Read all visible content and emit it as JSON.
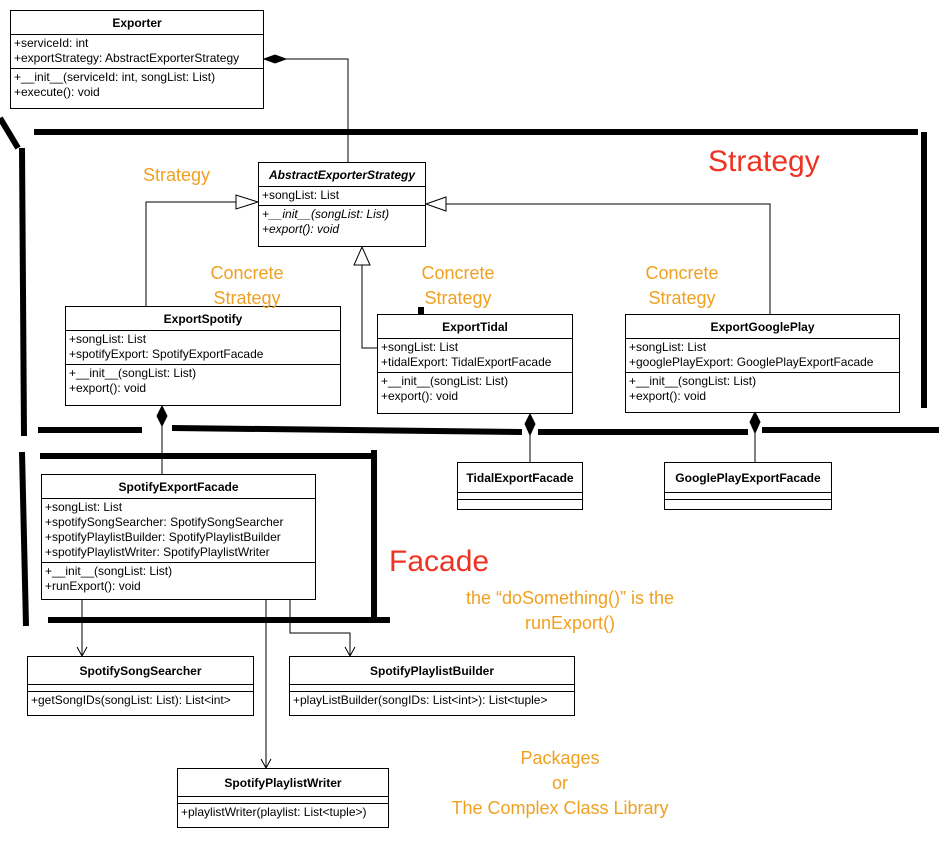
{
  "classes": {
    "exporter": {
      "name": "Exporter",
      "attributes": [
        "+serviceId: int",
        "+exportStrategy: AbstractExporterStrategy"
      ],
      "methods": [
        "+__init__(serviceId: int, songList: List)",
        "+execute(): void"
      ]
    },
    "abstract_strategy": {
      "name": "AbstractExporterStrategy",
      "attributes": [
        "+songList: List"
      ],
      "methods": [
        "+__init__(songList: List)",
        "+export(): void"
      ]
    },
    "export_spotify": {
      "name": "ExportSpotify",
      "attributes": [
        "+songList: List",
        "+spotifyExport: SpotifyExportFacade"
      ],
      "methods": [
        "+__init__(songList: List)",
        "+export(): void"
      ]
    },
    "export_tidal": {
      "name": "ExportTidal",
      "attributes": [
        "+songList: List",
        "+tidalExport: TidalExportFacade"
      ],
      "methods": [
        "+__init__(songList: List)",
        "+export(): void"
      ]
    },
    "export_googleplay": {
      "name": "ExportGooglePlay",
      "attributes": [
        "+songList: List",
        "+googlePlayExport: GooglePlayExportFacade"
      ],
      "methods": [
        "+__init__(songList: List)",
        "+export(): void"
      ]
    },
    "tidal_facade": {
      "name": "TidalExportFacade"
    },
    "googleplay_facade": {
      "name": "GooglePlayExportFacade"
    },
    "spotify_facade": {
      "name": "SpotifyExportFacade",
      "attributes": [
        "+songList: List",
        "+spotifySongSearcher: SpotifySongSearcher",
        "+spotifyPlaylistBuilder: SpotifyPlaylistBuilder",
        "+spotifyPlaylistWriter: SpotifyPlaylistWriter"
      ],
      "methods": [
        "+__init__(songList: List)",
        "+runExport(): void"
      ]
    },
    "song_searcher": {
      "name": "SpotifySongSearcher",
      "methods": [
        "+getSongIDs(songList: List): List<int>"
      ]
    },
    "playlist_builder": {
      "name": "SpotifyPlaylistBuilder",
      "methods": [
        "+playListBuilder(songIDs: List<int>): List<tuple>"
      ]
    },
    "playlist_writer": {
      "name": "SpotifyPlaylistWriter",
      "methods": [
        "+playlistWriter(playlist: List<tuple>)"
      ]
    }
  },
  "annotations": {
    "strategy_small": "Strategy",
    "concrete_1_line1": "Concrete",
    "concrete_1_line2": "Strategy",
    "concrete_2_line1": "Concrete",
    "concrete_2_line2": "Strategy",
    "concrete_3_line1": "Concrete",
    "concrete_3_line2": "Strategy",
    "strategy_big": "Strategy",
    "facade_big": "Facade",
    "facade_note_line1": "the “doSomething()” is the",
    "facade_note_line2": "runExport()",
    "packages_line1": "Packages",
    "packages_line2": "or",
    "packages_line3": "The Complex Class Library"
  },
  "colors": {
    "annotation_orange": "#f0a020",
    "annotation_red": "#ee3322",
    "line": "#000000"
  }
}
